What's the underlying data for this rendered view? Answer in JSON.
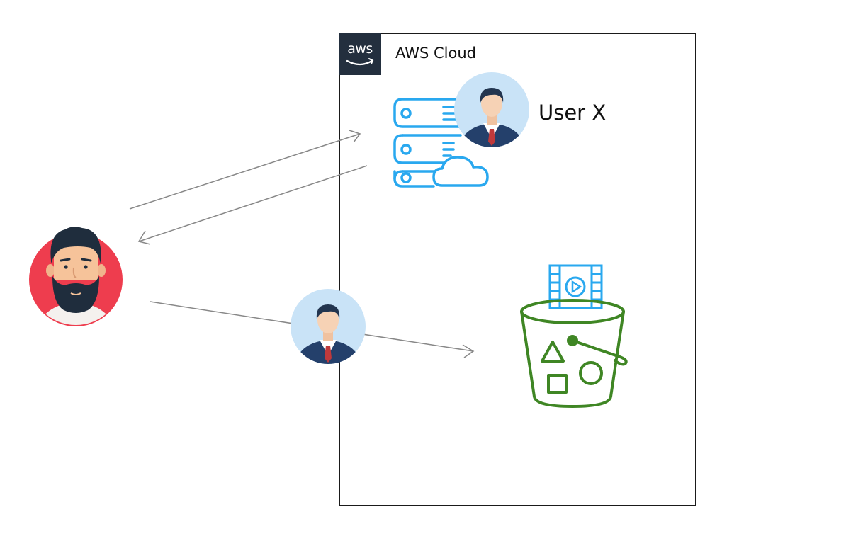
{
  "cloud": {
    "badge_text": "aws",
    "label": "AWS Cloud"
  },
  "user_label": "User X",
  "icons": [
    "person-avatar-icon",
    "server-cloud-icon",
    "business-user-icon",
    "s3-bucket-icon",
    "video-file-icon"
  ],
  "colors": {
    "aws_badge": "#232f3e",
    "aws_smile": "#ff9900",
    "server_blue": "#29a8ef",
    "bucket_green": "#3f8624",
    "avatar_red": "#ee3d4e",
    "user_bg": "#c9e3f7",
    "suit": "#24406b",
    "arrow": "#888888"
  }
}
